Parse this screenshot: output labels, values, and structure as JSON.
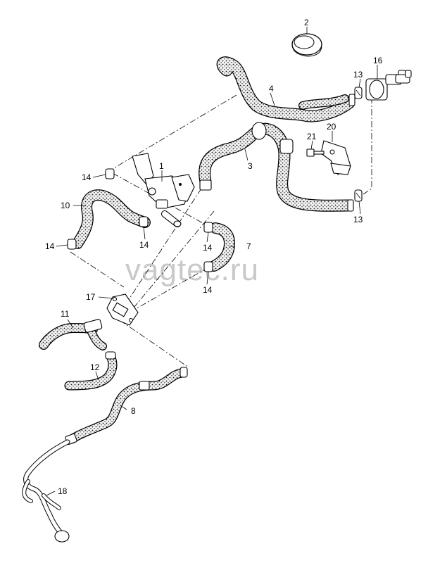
{
  "watermark": "vagtec.ru",
  "callouts": {
    "p1": "1",
    "p2": "2",
    "p3": "3",
    "p4": "4",
    "p7": "7",
    "p8": "8",
    "p10": "10",
    "p11": "11",
    "p12": "12",
    "p13a": "13",
    "p13b": "13",
    "p14a": "14",
    "p14b": "14",
    "p14c": "14",
    "p14d": "14",
    "p14e": "14",
    "p16": "16",
    "p17": "17",
    "p18": "18",
    "p20": "20",
    "p21": "21"
  },
  "colors": {
    "line": "#000000",
    "hose_fill": "#f2f2f2",
    "dots": "#1a1a1a",
    "watermark": "#c9c9c9"
  }
}
